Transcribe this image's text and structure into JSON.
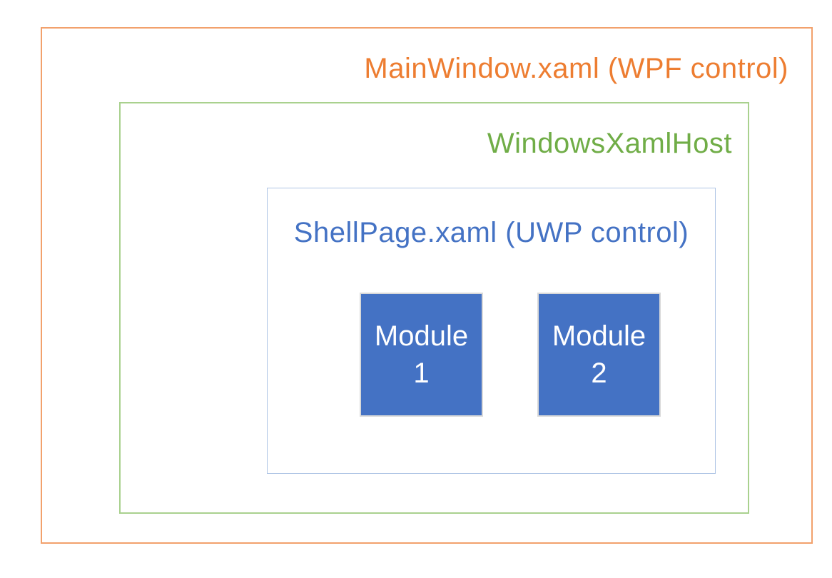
{
  "diagram": {
    "outer_box": {
      "label": "MainWindow.xaml (WPF control)",
      "text_color": "#ED7D31",
      "border_color": "#F2A16C"
    },
    "host_box": {
      "label": "WindowsXamlHost",
      "text_color": "#70AD47",
      "border_color": "#A9D18E"
    },
    "shell_box": {
      "label": "ShellPage.xaml (UWP control)",
      "text_color": "#4472C4",
      "border_color": "#AEC4E5"
    },
    "modules": [
      {
        "line1": "Module",
        "line2": "1",
        "fill_color": "#4472C4",
        "border_color": "#D9D9D9",
        "text_color": "#FFFFFF"
      },
      {
        "line1": "Module",
        "line2": "2",
        "fill_color": "#4472C4",
        "border_color": "#D9D9D9",
        "text_color": "#FFFFFF"
      }
    ]
  }
}
